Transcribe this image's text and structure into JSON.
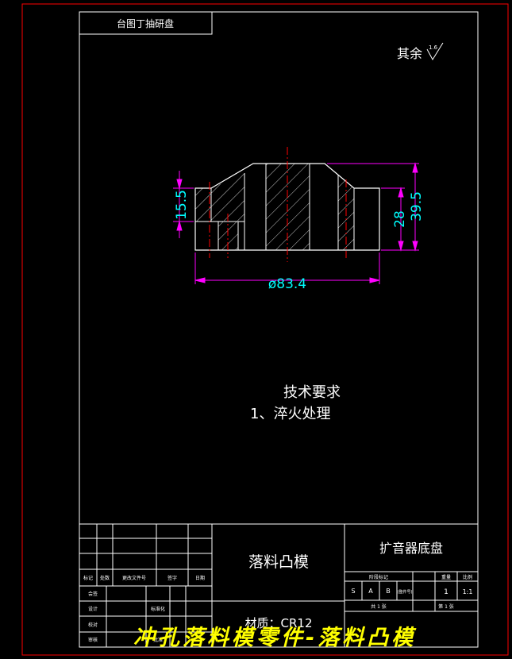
{
  "drawing": {
    "top_stamp": "台图丁抽研盘",
    "surface_note": "其余",
    "surface_value": "1.6",
    "dimensions": {
      "diameter": "ø83.4",
      "left_height": "15.5",
      "right_height_inner": "28",
      "right_height_outer": "39.5"
    },
    "tech_title": "技术要求",
    "tech_item": "1、淬火处理"
  },
  "title_block": {
    "part_name": "落料凸模",
    "assembly_name": "扩音器底盘",
    "material": "材质：CR12",
    "rev_headers": [
      "标记",
      "处数",
      "更改文件号",
      "签字",
      "日期"
    ],
    "sign_labels": [
      "会签",
      "设计",
      "标准化",
      "校对",
      "审核",
      "批准"
    ],
    "stage_header": "阶段标记",
    "weight_header": "重量",
    "scale_header": "比例",
    "stage_marks": [
      "S",
      "A",
      "B",
      "(整件号)"
    ],
    "weight_value": "1",
    "scale_value": "1:1",
    "sheet_total": "共 1 张",
    "sheet_num": "第 1 张"
  },
  "watermark": "冲孔落料模零件-落料凸模",
  "colors": {
    "frame": "#ff0000",
    "line": "#ffffff",
    "centerline": "#ff0000",
    "hatch": "#ffffff",
    "dim_line": "#ff00ff",
    "dim_text": "#00ffff",
    "watermark": "#ffff00"
  }
}
